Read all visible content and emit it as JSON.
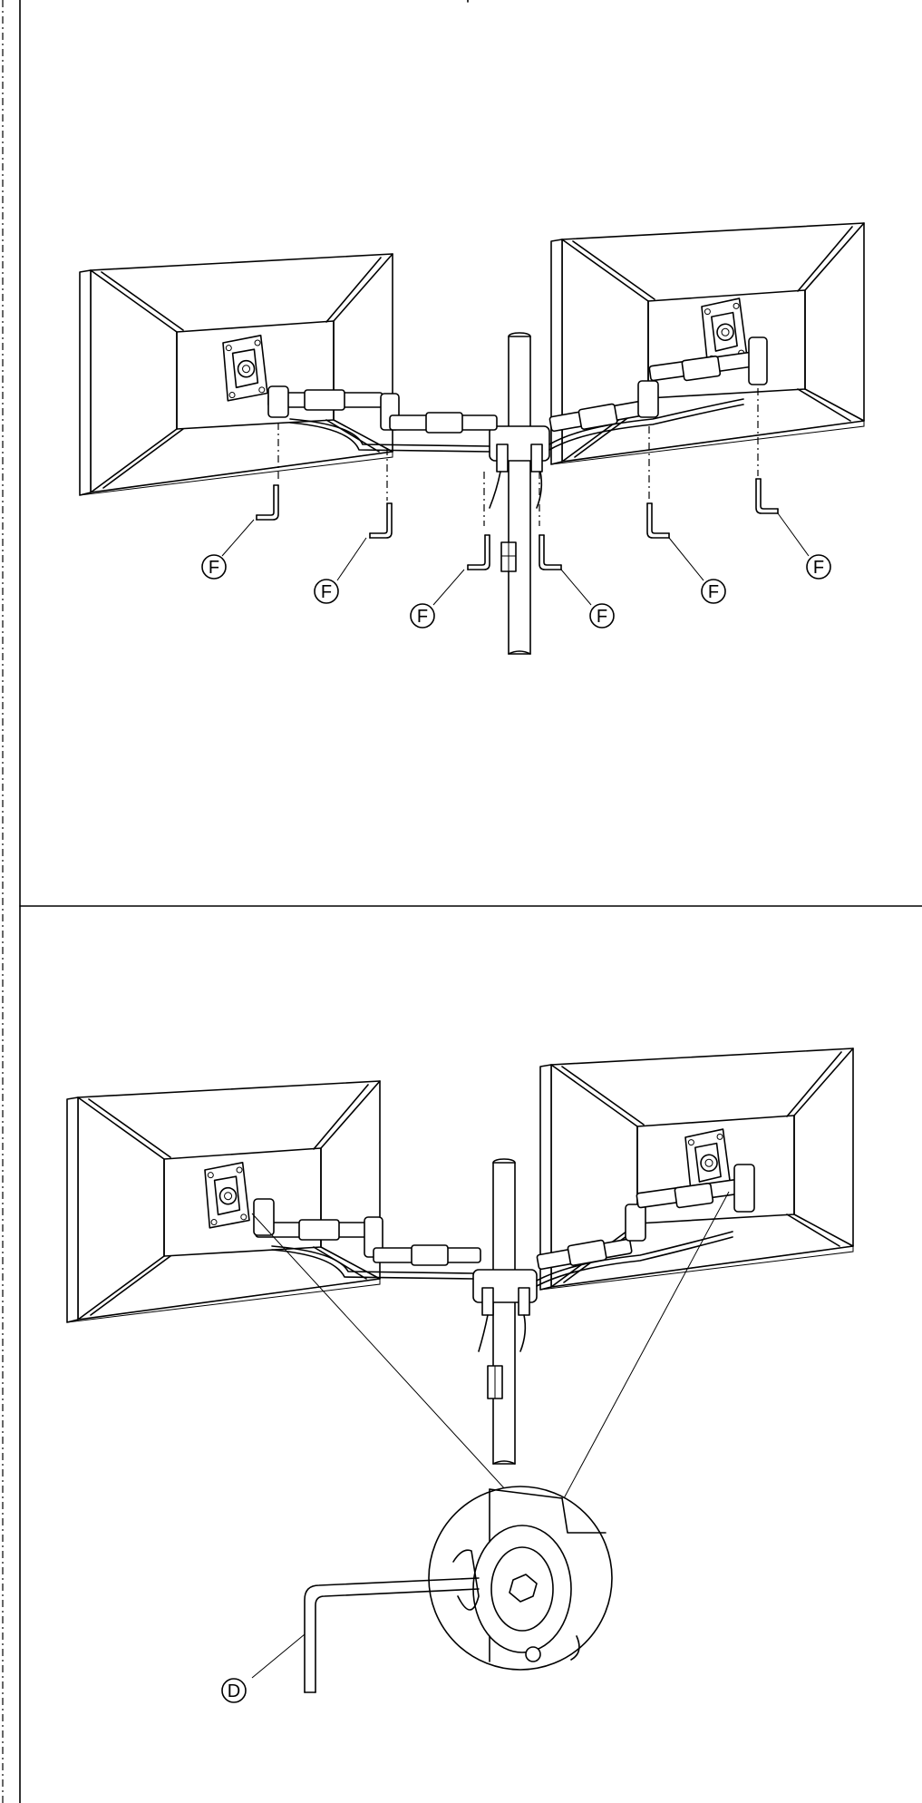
{
  "step_top": {
    "callouts": [
      "F",
      "F",
      "F",
      "F",
      "F",
      "F"
    ]
  },
  "step_bottom": {
    "callouts": [
      "D"
    ]
  }
}
